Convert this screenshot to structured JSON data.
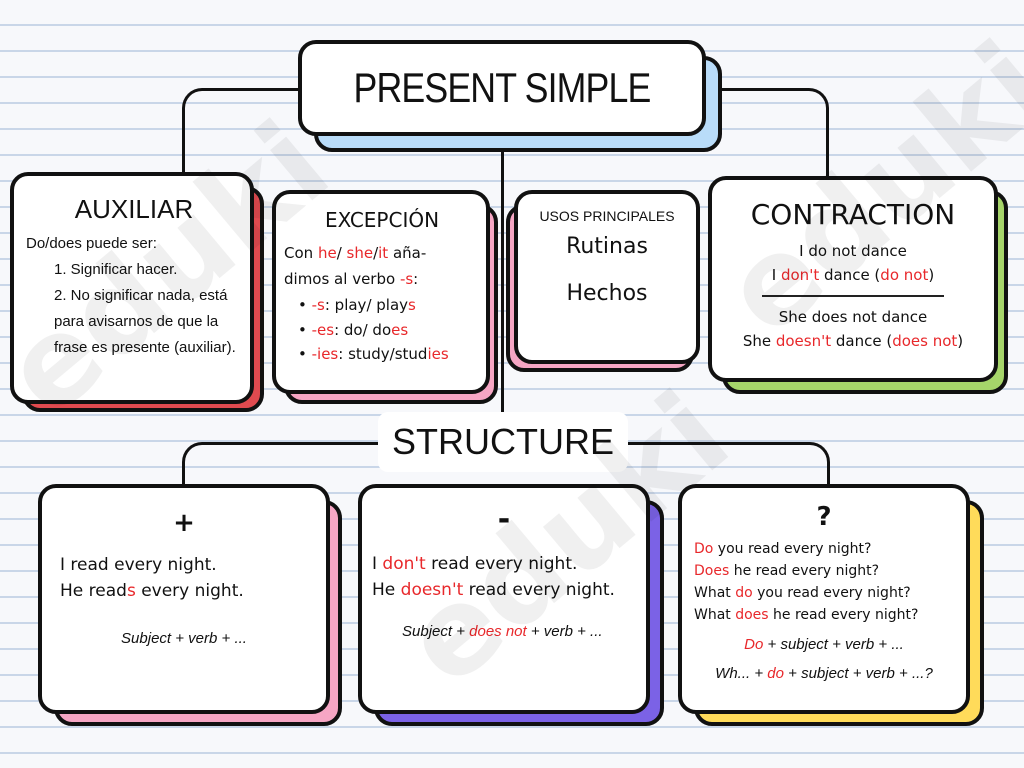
{
  "title": "PRESENT SIMPLE",
  "structure_label": "STRUCTURE",
  "auxiliar": {
    "title": "AUXILIAR",
    "intro": "Do/does puede ser:",
    "items": [
      "1. Significar hacer.",
      "2. No significar nada, está para avisarnos de que la frase es presente (auxiliar)."
    ]
  },
  "excepcion": {
    "title": "EXCEPCIÓN",
    "line1a": "Con ",
    "he": "he",
    "sep1": "/ ",
    "she": "she",
    "sep2": "/",
    "it": "it",
    "line1b": " aña-",
    "line2a": "dimos al verbo ",
    "s": "-s",
    "line2b": ":",
    "bullets": [
      {
        "suf": "-s",
        "rest": ": play/ play",
        "end": "s"
      },
      {
        "suf": "-es",
        "rest": ": do/ do",
        "end": "es"
      },
      {
        "suf": "-ies",
        "rest": ": study/stud",
        "end": "ies"
      }
    ]
  },
  "usos": {
    "title": "USOS PRINCIPALES",
    "items": [
      "Rutinas",
      "Hechos"
    ]
  },
  "contraction": {
    "title": "CONTRACTION",
    "l1": "I do not dance",
    "l2a": "I ",
    "l2r": "don't",
    "l2b": " dance (",
    "l2r2": "do not",
    "l2c": ")",
    "l3": "She does not dance",
    "l4a": "She ",
    "l4r": "doesn't",
    "l4b": " dance (",
    "l4r2": "does not",
    "l4c": ")"
  },
  "positive": {
    "symbol": "+",
    "l1": "I read every night.",
    "l2a": "He read",
    "l2r": "s",
    "l2b": " every night.",
    "formula": "Subject + verb + ..."
  },
  "negative": {
    "symbol": "-",
    "l1r": "don't",
    "l1a": "I ",
    "l1b": " read every night.",
    "l2a": "He ",
    "l2r": "doesn't",
    "l2b": " read every night.",
    "f_a": "Subject + ",
    "f_r": "does not",
    "f_b": " + verb + ..."
  },
  "question": {
    "symbol": "?",
    "q1r": "Do",
    "q1": " you read every night?",
    "q2r": "Does",
    "q2": " he read every night?",
    "q3a": "What ",
    "q3r": "do",
    "q3b": " you read every night?",
    "q4a": "What ",
    "q4r": "does",
    "q4b": " he read every night?",
    "f1r": "Do",
    "f1": " + subject +  verb + ...",
    "f2a": "Wh... + ",
    "f2r": "do",
    "f2b": " + subject + verb + ...?"
  },
  "watermark": "eduki",
  "colors": {
    "red": "#e8282b",
    "auxiliar": "#e04a4f",
    "pink": "#f6a6c4",
    "blue": "#b9dcf9",
    "green": "#a6d56a",
    "purple": "#7b62e6",
    "yellow": "#ffdb5a"
  }
}
